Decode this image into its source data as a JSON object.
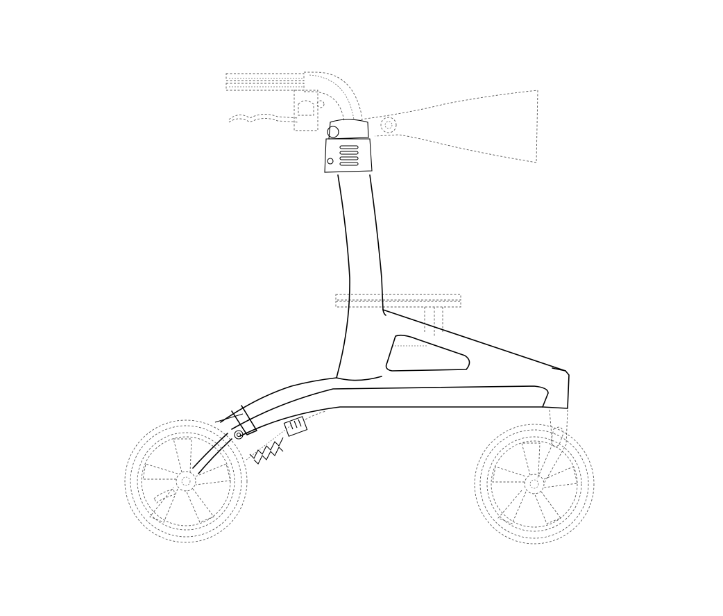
{
  "drawing": {
    "subject": "rollator-walker-side-elevation",
    "style": "patent line drawing",
    "colors": {
      "background": "#ffffff",
      "solid_line": "#000000",
      "hidden_line": "#555555"
    },
    "parts": {
      "frame": "solid",
      "handle": "dashed",
      "brake-lever": "dashed",
      "backrest": "dashed",
      "seat": "dashed",
      "rear-wheel": "dashed",
      "front-wheel": "dashed",
      "front-fork": "dashed",
      "brake-spring": "dashed"
    }
  }
}
